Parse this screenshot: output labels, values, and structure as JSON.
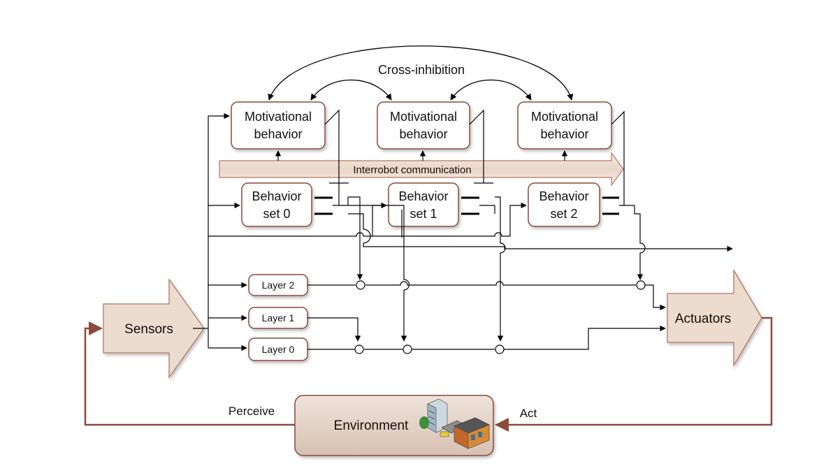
{
  "cross_inhibition_label": "Cross-inhibition",
  "motivational_boxes": [
    {
      "line1": "Motivational",
      "line2": "behavior"
    },
    {
      "line1": "Motivational",
      "line2": "behavior"
    },
    {
      "line1": "Motivational",
      "line2": "behavior"
    }
  ],
  "interrobot_label": "Interrobot communication",
  "behavior_sets": [
    {
      "line1": "Behavior",
      "line2": "set 0"
    },
    {
      "line1": "Behavior",
      "line2": "set 1"
    },
    {
      "line1": "Behavior",
      "line2": "set 2"
    }
  ],
  "layers": [
    "Layer 2",
    "Layer 1",
    "Layer 0"
  ],
  "sensors_label": "Sensors",
  "actuators_label": "Actuators",
  "environment_label": "Environment",
  "perceive_label": "Perceive",
  "act_label": "Act",
  "colors": {
    "box_border": "#8b4a3c",
    "arrow_fill": "#ecdcd0",
    "arrow_border": "#b07a68",
    "loop_line": "#8b4a3c",
    "env_fill": "#e3d2c4",
    "line": "#000000"
  },
  "environment_icon": "buildings-icon"
}
